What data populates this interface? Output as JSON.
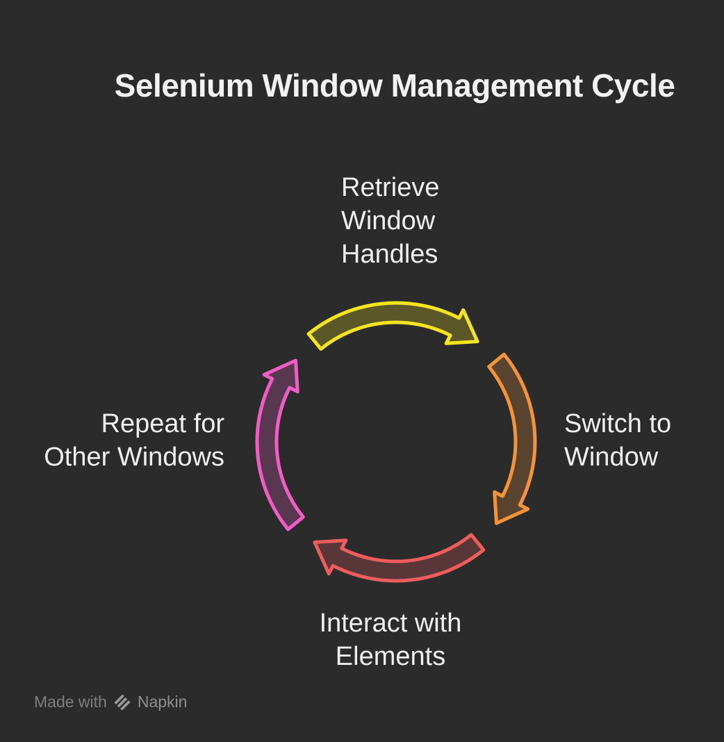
{
  "title": "Selenium Window Management Cycle",
  "diagram": {
    "type": "cycle",
    "direction": "clockwise",
    "steps": [
      {
        "id": "retrieve-window-handles",
        "label": "Retrieve\nWindow\nHandles",
        "position": "top",
        "arrow_color": "#F5E51F"
      },
      {
        "id": "switch-to-window",
        "label": "Switch to\nWindow",
        "position": "right",
        "arrow_color": "#F3943A"
      },
      {
        "id": "interact-with-elements",
        "label": "Interact with\nElements",
        "position": "bottom",
        "arrow_color": "#EE5D5D"
      },
      {
        "id": "repeat-for-other-windows",
        "label": "Repeat for\nOther Windows",
        "position": "left",
        "arrow_color": "#EF5FC3"
      }
    ]
  },
  "watermark": {
    "prefix": "Made with",
    "brand": "Napkin",
    "logo_icon": "napkin-logo-icon"
  },
  "colors": {
    "background": "#2B2B2C",
    "title_text": "#F2F2F2",
    "label_text": "#EFEFEF",
    "watermark_text": "#7E7E7E",
    "watermark_brand": "#8F8F8F",
    "watermark_logo": "#9A9A9A"
  }
}
